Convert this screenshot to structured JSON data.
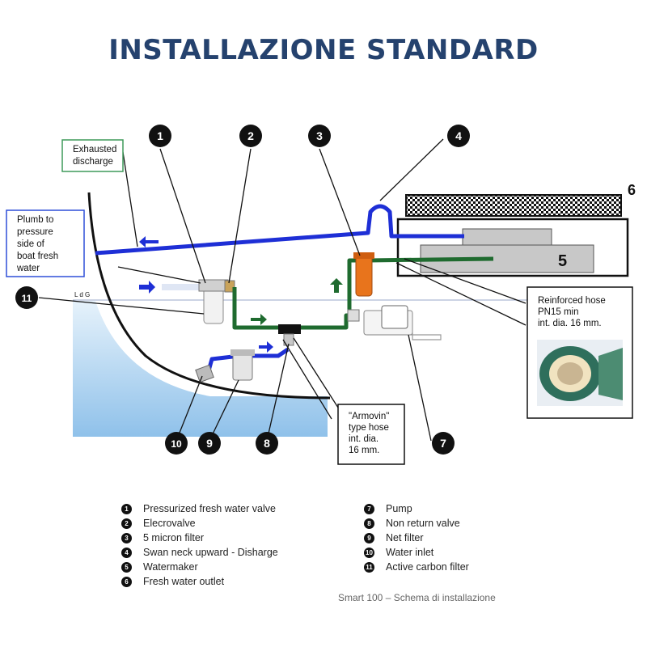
{
  "title": "INSTALLAZIONE STANDARD",
  "diagram": {
    "callouts": {
      "exhausted_discharge": [
        "Exhausted",
        "discharge"
      ],
      "plumb": [
        "Plumb to",
        "pressure",
        "side of",
        "boat fresh",
        "water"
      ],
      "waterline": "L d G",
      "reinforced_hose": [
        "Reinforced hose",
        "PN15  min",
        "int. dia.  16 mm."
      ],
      "armovin_hose": [
        "\"Armovin\"",
        "type hose",
        "int. dia.",
        "16 mm."
      ],
      "unit_six": "6",
      "unit_five": "5"
    },
    "markers": [
      "1",
      "2",
      "3",
      "4",
      "7",
      "8",
      "9",
      "10",
      "11"
    ]
  },
  "legend_left": [
    {
      "num": "1",
      "text": "Pressurized fresh water valve"
    },
    {
      "num": "2",
      "text": "Elecrovalve"
    },
    {
      "num": "3",
      "text": "5 micron filter"
    },
    {
      "num": "4",
      "text": "Swan neck upward - Disharge"
    },
    {
      "num": "5",
      "text": "Watermaker"
    },
    {
      "num": "6",
      "text": "Fresh water outlet"
    }
  ],
  "legend_right": [
    {
      "num": "7",
      "text": "Pump"
    },
    {
      "num": "8",
      "text": "Non return valve"
    },
    {
      "num": "9",
      "text": "Net filter"
    },
    {
      "num": "10",
      "text": "Water inlet"
    },
    {
      "num": "11",
      "text": "Active carbon filter"
    }
  ],
  "caption": "Smart 100 – Schema di installazione",
  "colors": {
    "title": "#25426e",
    "blue_hose": "#1e2fd6",
    "green_hose": "#1f6b2f",
    "filter": "#e8741c",
    "water": "#bcdcf4"
  }
}
